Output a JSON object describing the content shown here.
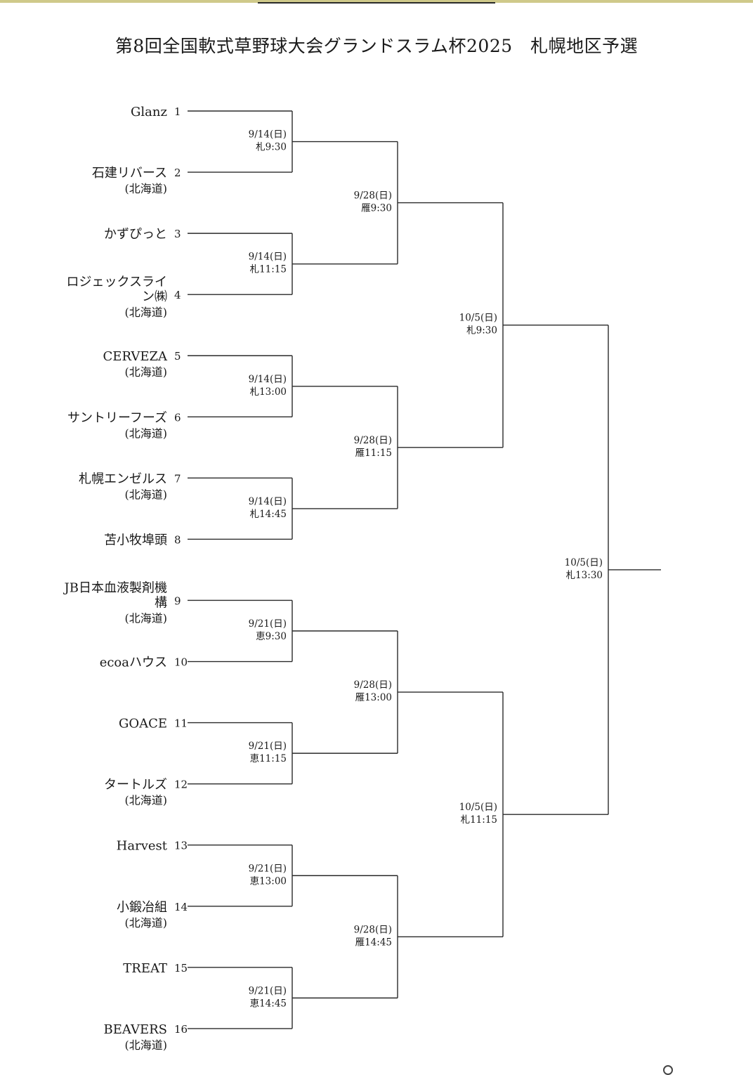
{
  "title": "第8回全国軟式草野球大会グランドスラム杯2025　札幌地区予選",
  "teams": [
    {
      "seed": "1",
      "name": [
        "Glanz"
      ],
      "region": ""
    },
    {
      "seed": "2",
      "name": [
        "石建リバース"
      ],
      "region": "(北海道)"
    },
    {
      "seed": "3",
      "name": [
        "かずぴっと"
      ],
      "region": ""
    },
    {
      "seed": "4",
      "name": [
        "ロジェックスライ",
        "ン㈱"
      ],
      "region": "(北海道)"
    },
    {
      "seed": "5",
      "name": [
        "CERVEZA"
      ],
      "region": "(北海道)"
    },
    {
      "seed": "6",
      "name": [
        "サントリーフーズ"
      ],
      "region": "(北海道)"
    },
    {
      "seed": "7",
      "name": [
        "札幌エンゼルス"
      ],
      "region": "(北海道)"
    },
    {
      "seed": "8",
      "name": [
        "苫小牧埠頭"
      ],
      "region": ""
    },
    {
      "seed": "9",
      "name": [
        "JB日本血液製剤機",
        "構"
      ],
      "region": "(北海道)"
    },
    {
      "seed": "10",
      "name": [
        "ecoaハウス"
      ],
      "region": ""
    },
    {
      "seed": "11",
      "name": [
        "GOACE"
      ],
      "region": ""
    },
    {
      "seed": "12",
      "name": [
        "タートルズ"
      ],
      "region": "(北海道)"
    },
    {
      "seed": "13",
      "name": [
        "Harvest"
      ],
      "region": ""
    },
    {
      "seed": "14",
      "name": [
        "小鍛冶組"
      ],
      "region": "(北海道)"
    },
    {
      "seed": "15",
      "name": [
        "TREAT"
      ],
      "region": ""
    },
    {
      "seed": "16",
      "name": [
        "BEAVERS"
      ],
      "region": "(北海道)"
    }
  ],
  "rounds": [
    [
      {
        "date": "9/14(日)",
        "time": "札9:30"
      },
      {
        "date": "9/14(日)",
        "time": "札11:15"
      },
      {
        "date": "9/14(日)",
        "time": "札13:00"
      },
      {
        "date": "9/14(日)",
        "time": "札14:45"
      },
      {
        "date": "9/21(日)",
        "time": "恵9:30"
      },
      {
        "date": "9/21(日)",
        "time": "恵11:15"
      },
      {
        "date": "9/21(日)",
        "time": "恵13:00"
      },
      {
        "date": "9/21(日)",
        "time": "恵14:45"
      }
    ],
    [
      {
        "date": "9/28(日)",
        "time": "雁9:30"
      },
      {
        "date": "9/28(日)",
        "time": "雁11:15"
      },
      {
        "date": "9/28(日)",
        "time": "雁13:00"
      },
      {
        "date": "9/28(日)",
        "time": "雁14:45"
      }
    ],
    [
      {
        "date": "10/5(日)",
        "time": "札9:30"
      },
      {
        "date": "10/5(日)",
        "time": "札11:15"
      }
    ],
    [
      {
        "date": "10/5(日)",
        "time": "札13:30"
      }
    ]
  ]
}
